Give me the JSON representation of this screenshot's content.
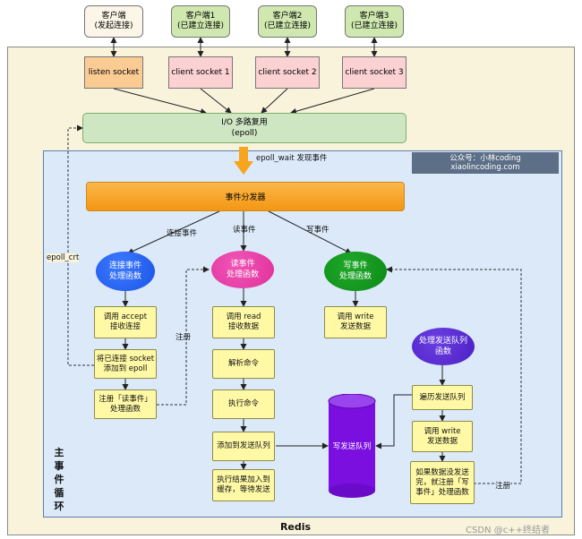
{
  "clients_top": [
    {
      "line1": "客户端",
      "line2": "(发起连接)"
    },
    {
      "line1": "客户端1",
      "line2": "(已建立连接)"
    },
    {
      "line1": "客户端2",
      "line2": "(已建立连接)"
    },
    {
      "line1": "客户端3",
      "line2": "(已建立连接)"
    }
  ],
  "sockets": [
    "listen socket",
    "client socket 1",
    "client socket 2",
    "client socket 3"
  ],
  "io": {
    "line1": "I/O 多路复用",
    "line2": "(epoll)"
  },
  "epoll_wait": "epoll_wait 发现事件",
  "watermark": {
    "line1": "公众号：小林coding",
    "line2": "xiaolincoding.com"
  },
  "dispatcher": "事件分发器",
  "edge_labels": {
    "connect": "连接事件",
    "read": "读事件",
    "write": "写事件",
    "epoll_ctl": "epoll_crt",
    "register_left": "注册",
    "register_right": "注册"
  },
  "handlers": {
    "connect": {
      "line1": "连接事件",
      "line2": "处理函数"
    },
    "read": {
      "line1": "读事件",
      "line2": "处理函数"
    },
    "write": {
      "line1": "写事件",
      "line2": "处理函数"
    },
    "queue": {
      "line1": "处理发送队列",
      "line2": "函数"
    }
  },
  "connect_steps": [
    {
      "line1": "调用 accept",
      "line2": "接收连接"
    },
    {
      "line1": "将已连接 socket",
      "line2": "添加到 epoll"
    },
    {
      "line1": "注册「读事件」",
      "line2": "处理函数"
    }
  ],
  "read_steps": [
    {
      "line1": "调用 read",
      "line2": "接收数据"
    },
    {
      "line1": "解析命令",
      "line2": ""
    },
    {
      "line1": "执行命令",
      "line2": ""
    },
    {
      "line1": "添加到发送队列",
      "line2": ""
    },
    {
      "line1": "执行结果加入到",
      "line2": "缓存，等待发送"
    }
  ],
  "write_step": {
    "line1": "调用 write",
    "line2": "发送数据"
  },
  "queue_label": "写发送队列",
  "queue_steps": [
    {
      "line1": "遍历发送队列",
      "line2": "",
      "line3": ""
    },
    {
      "line1": "调用 write",
      "line2": "发送数据",
      "line3": ""
    },
    {
      "line1": "如果数据没发送",
      "line2": "完，就注册「写",
      "line3": "事件」处理函数"
    }
  ],
  "main_loop": [
    "主",
    "事",
    "件",
    "循",
    "环"
  ],
  "footer": "Redis",
  "credit": "CSDN @c++终结者",
  "colors": {
    "outer_bg": "#f9f3dc",
    "inner_bg": "#dbe9f9",
    "client_start": "#fbf6e8",
    "client_est": "#cfe8b0",
    "listen_socket": "#fbcb94",
    "client_socket": "#fbd1d1",
    "io": "#cfe6c3",
    "dispatcher": "#f7a51c",
    "connect_handler": "#1a55e6",
    "read_handler": "#e0309a",
    "write_handler": "#0d8a17",
    "queue_handler": "#4b1fc4",
    "queue": "#7a0fe0",
    "step_box": "#fff9a6",
    "watermark_bg": "#5c6f86"
  }
}
